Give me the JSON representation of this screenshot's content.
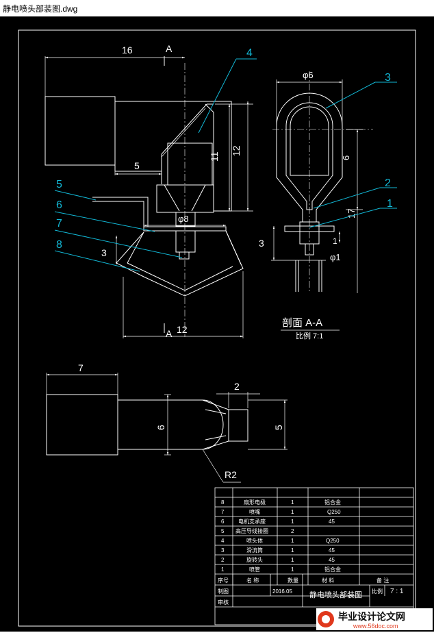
{
  "window": {
    "title": "静电喷头部装图.dwg"
  },
  "colors": {
    "background": "#000000",
    "lines": "#ffffff",
    "leaders": "#12b8d6",
    "logo_accent": "#e0381c"
  },
  "drawing": {
    "dims": {
      "d16": "16",
      "d5": "5",
      "d11": "11",
      "d12": "12",
      "d8": "φ8",
      "d3l": "3",
      "d12b": "12",
      "d6phi": "φ6",
      "d6": "6",
      "d17": "17",
      "d1": "1",
      "d3r": "3",
      "d1phi": "φ1",
      "d7": "7",
      "d2": "2",
      "d6v": "6",
      "d5v": "5",
      "r2": "R2"
    },
    "section_letter": "A",
    "section_title": "剖面 A-A",
    "section_scale": "比例 7:1",
    "callouts": {
      "c1": "1",
      "c2": "2",
      "c3": "3",
      "c4": "4",
      "c5": "5",
      "c6": "6",
      "c7": "7",
      "c8": "8"
    }
  },
  "bom": {
    "rows": [
      {
        "no": "8",
        "name": "扇形电极",
        "qty": "1",
        "material": "铝合金",
        "note": ""
      },
      {
        "no": "7",
        "name": "喷嘴",
        "qty": "1",
        "material": "Q250",
        "note": ""
      },
      {
        "no": "6",
        "name": "电机支承座",
        "qty": "1",
        "material": "45",
        "note": ""
      },
      {
        "no": "5",
        "name": "高压导线接圈",
        "qty": "2",
        "material": "",
        "note": ""
      },
      {
        "no": "4",
        "name": "喷头体",
        "qty": "1",
        "material": "Q250",
        "note": ""
      },
      {
        "no": "3",
        "name": "滑流筒",
        "qty": "1",
        "material": "45",
        "note": ""
      },
      {
        "no": "2",
        "name": "旋转头",
        "qty": "1",
        "material": "45",
        "note": ""
      },
      {
        "no": "1",
        "name": "喷管",
        "qty": "1",
        "material": "铝合金",
        "note": ""
      }
    ],
    "header": {
      "no": "序号",
      "name": "名  称",
      "qty": "数量",
      "material": "材  料",
      "note": "备  注"
    }
  },
  "title_block": {
    "designer_label": "制图",
    "date": "2016.05",
    "drawing_name": "静电喷头部装图",
    "scale_label": "比例",
    "scale": "7 : 1",
    "checker_label": "审核"
  },
  "watermark": {
    "text": "毕业设计论文网",
    "url": "www.56doc.com"
  }
}
